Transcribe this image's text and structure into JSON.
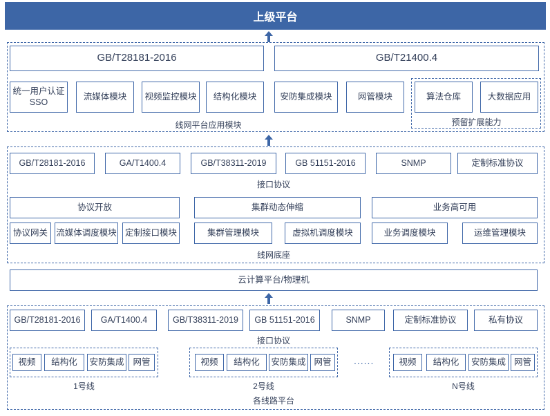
{
  "top": "上级平台",
  "app": {
    "std1": "GB/T28181-2016",
    "std2": "GB/T21400.4",
    "modules": [
      "统一用户认证\nSSO",
      "流媒体模块",
      "视频监控模块",
      "结构化模块",
      "安防集成模块",
      "网管模块"
    ],
    "reserve": [
      "算法仓库",
      "大数据应用"
    ],
    "reserve_label": "预留扩展能力",
    "label": "线网平台应用模块"
  },
  "base": {
    "protocols": [
      "GB/T28181-2016",
      "GA/T1400.4",
      "GB/T38311-2019",
      "GB 51151-2016",
      "SNMP",
      "定制标准协议"
    ],
    "protocol_label": "接口协议",
    "group1_title": "协议开放",
    "group2_title": "集群动态伸缩",
    "group3_title": "业务高可用",
    "group1": [
      "协议网关",
      "流媒体调度模块",
      "定制接口模块"
    ],
    "group2": [
      "集群管理模块",
      "虚拟机调度模块"
    ],
    "group3": [
      "业务调度模块",
      "运维管理模块"
    ],
    "label": "线网底座"
  },
  "cloud": "云计算平台/物理机",
  "lines": {
    "protocols": [
      "GB/T28181-2016",
      "GA/T1400.4",
      "GB/T38311-2019",
      "GB 51151-2016",
      "SNMP",
      "定制标准协议",
      "私有协议"
    ],
    "protocol_label": "接口协议",
    "items": [
      "视频",
      "结构化",
      "安防集成",
      "网管"
    ],
    "line1": "1号线",
    "line2": "2号线",
    "lineN": "N号线",
    "dots": "......",
    "label": "各线路平台"
  },
  "colors": {
    "primary": "#3d66a6",
    "border": "#3f67a8"
  }
}
